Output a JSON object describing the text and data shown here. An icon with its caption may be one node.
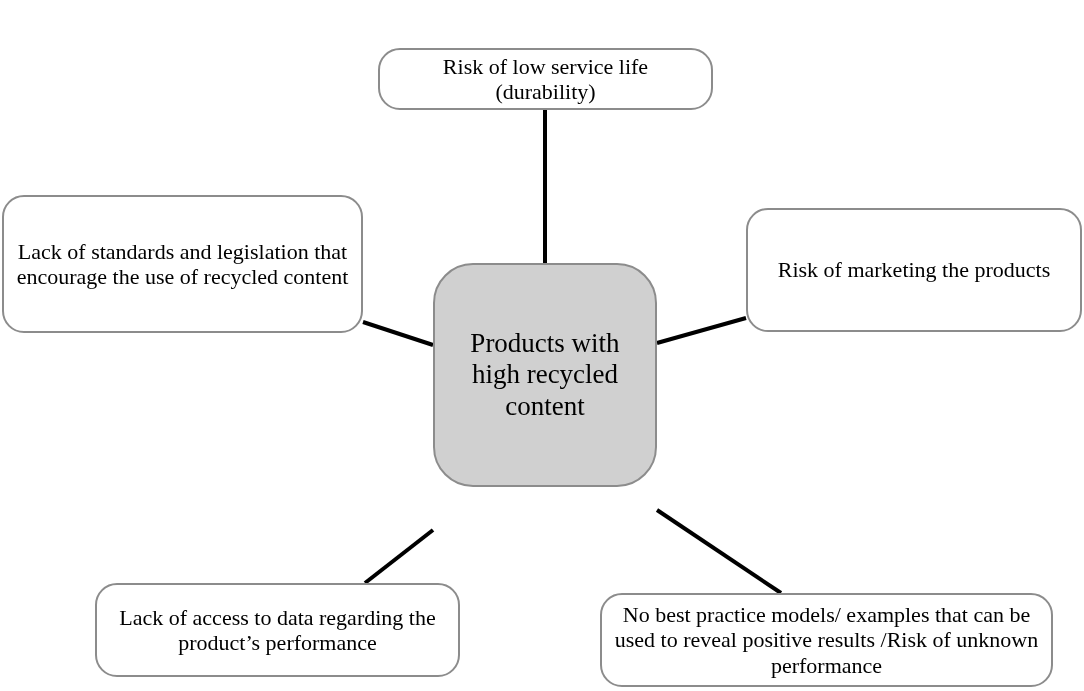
{
  "diagram": {
    "nodes": [
      {
        "text": [
          "Products with high recycled content"
        ]
      },
      {
        "text": [
          "Risk of low service life (durability)"
        ]
      },
      {
        "text": [
          "Lack of standards and legislation that encourage the use of recycled content"
        ]
      },
      {
        "text": [
          "Risk of marketing the products"
        ]
      },
      {
        "text": [
          "Lack of access to data regarding the product’s performance"
        ]
      },
      {
        "text": [
          "No best practice models/ examples that can be used to reveal positive results /Risk of unknown performance"
        ]
      }
    ],
    "edges": [
      {
        "from": 0,
        "to": 1,
        "arrow": "none"
      },
      {
        "from": 0,
        "to": 2,
        "arrow": "none"
      },
      {
        "from": 0,
        "to": 3,
        "arrow": "none"
      },
      {
        "from": 0,
        "to": 4,
        "arrow": "none"
      },
      {
        "from": 0,
        "to": 5,
        "arrow": "none"
      }
    ]
  }
}
